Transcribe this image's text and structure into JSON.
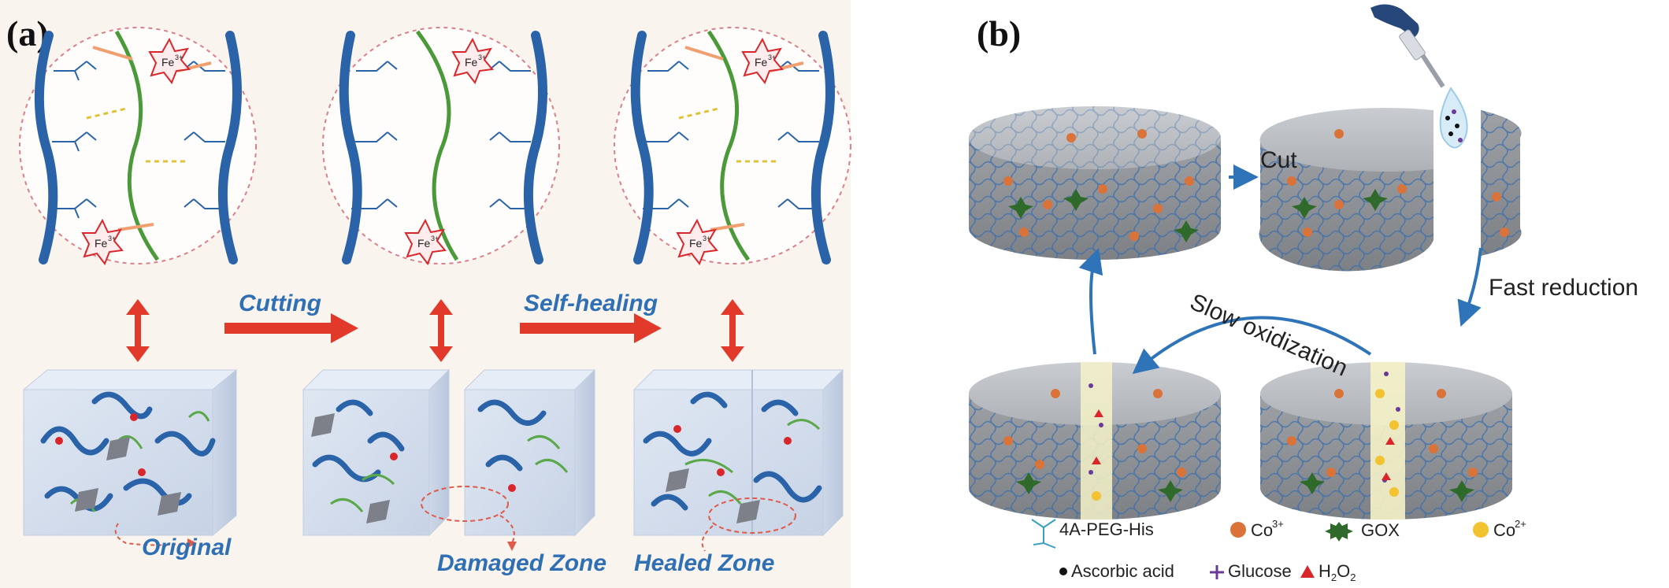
{
  "panel_a": {
    "label": "(a)",
    "ion_label": "Fe",
    "ion_charge": "3+",
    "arrow_cutting": "Cutting",
    "arrow_self_healing": "Self-healing",
    "zone_original": "Original",
    "zone_damaged": "Damaged Zone",
    "zone_healed": "Healed Zone"
  },
  "panel_b": {
    "label": "(b)",
    "arrow_cut": "Cut",
    "arrow_fast_reduction": "Fast reduction",
    "arrow_slow_oxidization": "Slow oxidization",
    "legend": {
      "peg": "4A-PEG-His",
      "co3": "Co",
      "co3_charge": "3+",
      "gox": "GOX",
      "co2": "Co",
      "co2_charge": "2+",
      "ascorbic": "Ascorbic acid",
      "glucose": "Glucose",
      "h2o2": "H",
      "h2o2_sub1": "2",
      "h2o2_mid": "O",
      "h2o2_sub2": "2"
    }
  },
  "colors": {
    "blue_chain": "#2a63a8",
    "green_chain": "#4a9a3a",
    "red_arrow": "#e23a2a",
    "fe_red": "#d9262a",
    "teal_arrow": "#2f74b8",
    "disc_gray": "#9ea1a5",
    "co3_orange": "#d9733a",
    "co2_yellow": "#f2c230",
    "gox_green": "#2f6a2a",
    "glucose_purple": "#6a3a9a",
    "panel_a_bg": "#faf4ef"
  }
}
